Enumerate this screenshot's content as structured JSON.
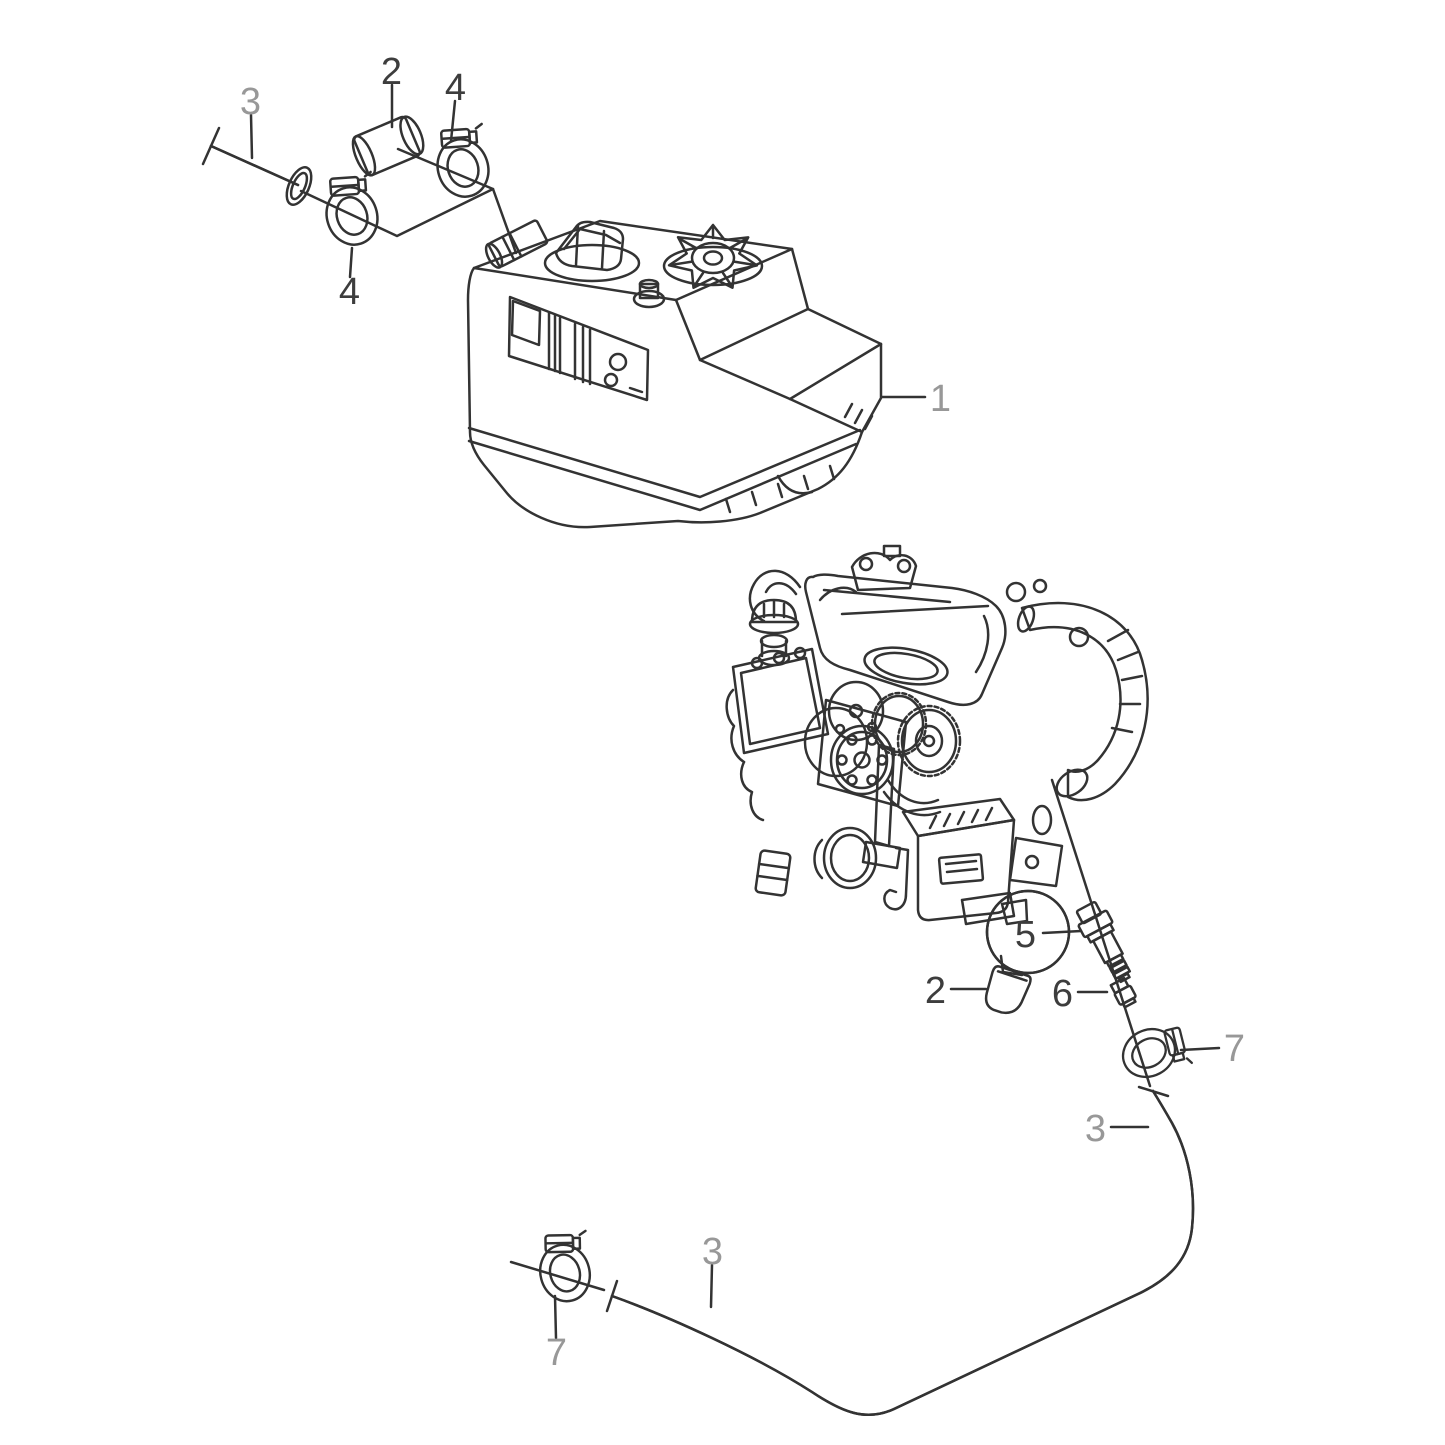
{
  "diagram": {
    "kind": "exploded-parts-diagram",
    "art_color": "#333333",
    "part_fill_color": "#c6c6c6",
    "label_colors": {
      "muted": "#989898",
      "dark": "#3d3d3d"
    },
    "highlight": {
      "shape": "circle",
      "ring_color": "#1d7a31",
      "fill_color": "#e9f0e5",
      "highlighted_part_label": "5"
    },
    "callouts": [
      {
        "label": "3",
        "style": "muted"
      },
      {
        "label": "2",
        "style": "dark"
      },
      {
        "label": "4",
        "style": "dark"
      },
      {
        "label": "4",
        "style": "dark"
      },
      {
        "label": "1",
        "style": "muted"
      },
      {
        "label": "5",
        "style": "dark"
      },
      {
        "label": "2",
        "style": "dark"
      },
      {
        "label": "6",
        "style": "dark"
      },
      {
        "label": "7",
        "style": "muted"
      },
      {
        "label": "3",
        "style": "muted"
      },
      {
        "label": "3",
        "style": "muted"
      },
      {
        "label": "7",
        "style": "muted"
      }
    ]
  }
}
